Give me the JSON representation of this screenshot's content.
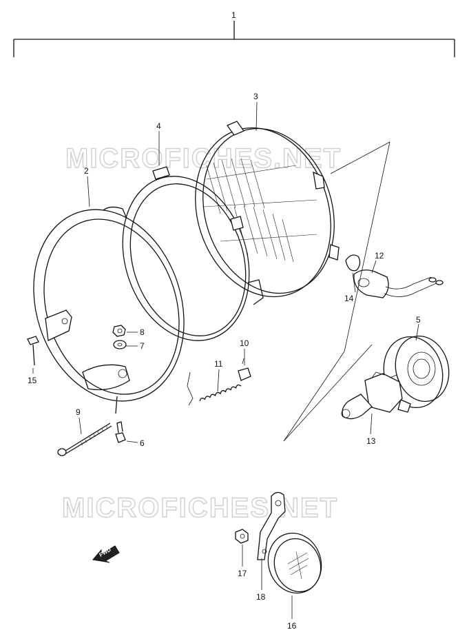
{
  "watermark": "MICROFICHES.NET",
  "fwd_label": "FWD",
  "callouts": {
    "c1": "1",
    "c2": "2",
    "c3": "3",
    "c4": "4",
    "c5": "5",
    "c6": "6",
    "c7": "7",
    "c8": "8",
    "c9": "9",
    "c10": "10",
    "c11": "11",
    "c12": "12",
    "c13": "13",
    "c14": "14",
    "c15": "15",
    "c16": "16",
    "c17": "17",
    "c18": "18"
  }
}
